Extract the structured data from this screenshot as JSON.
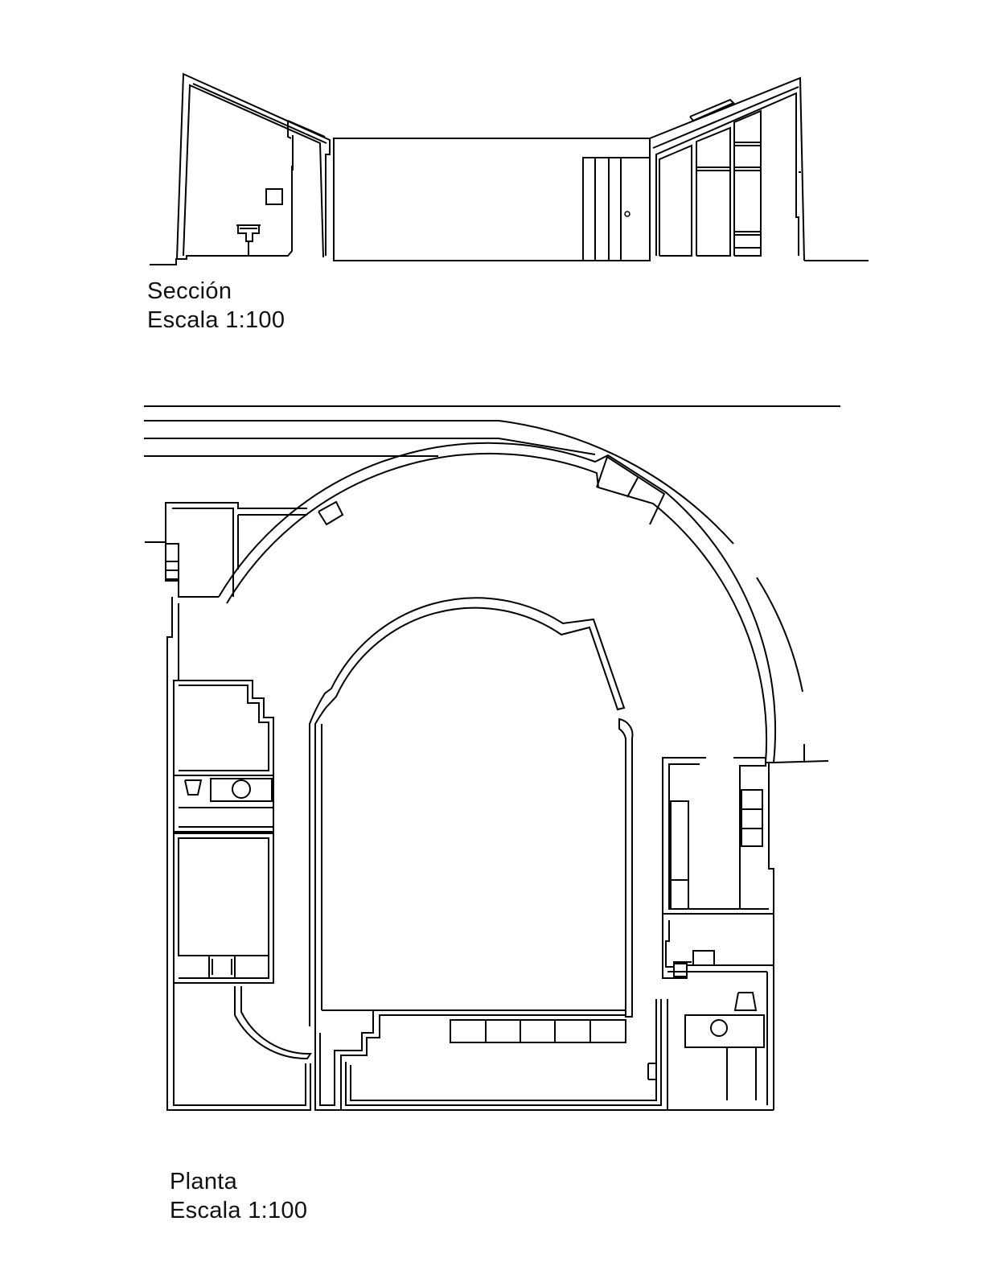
{
  "section": {
    "title": "Sección",
    "scale": "Escala 1:100"
  },
  "plan": {
    "title": "Planta",
    "scale": "Escala 1:100"
  }
}
